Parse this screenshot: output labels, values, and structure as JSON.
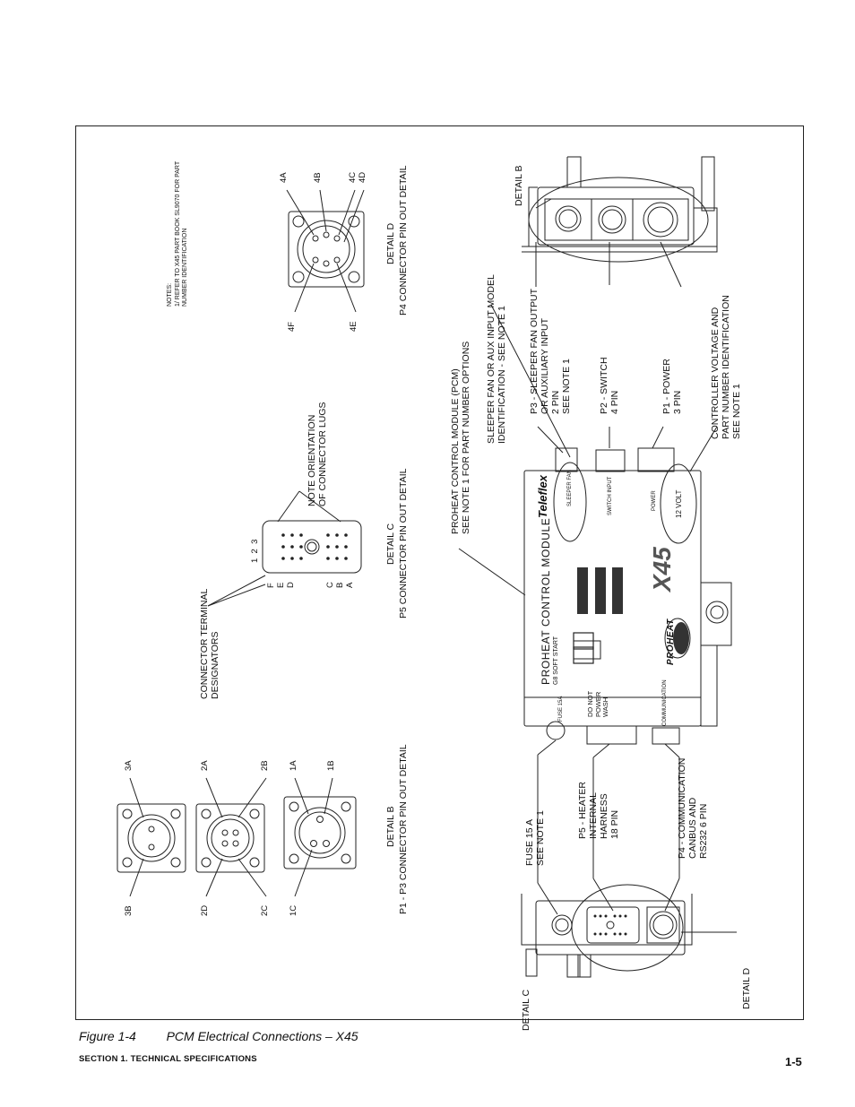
{
  "figure": {
    "label": "Figure 1-4",
    "title": "PCM Electrical Connections – X45"
  },
  "footer": {
    "section": "SECTION 1. TECHNICAL SPECIFICATIONS",
    "page": "1-5"
  },
  "notes": {
    "heading": "NOTES:",
    "line1": "1/ REFER TO X45 PART BOOK SL9070 FOR PART",
    "line2": "NUMBER IDENTIFICATION"
  },
  "details": {
    "b_title": "DETAIL B",
    "b_sub": "P1 - P3 CONNECTOR PIN OUT DETAIL",
    "c_title": "DETAIL C",
    "c_sub": "P5 CONNECTOR PIN OUT DETAIL",
    "d_title": "DETAIL D",
    "d_sub": "P4 CONNECTOR PIN OUT DETAIL"
  },
  "pins": {
    "p3": [
      "3A",
      "3B"
    ],
    "p2": [
      "2A",
      "2B",
      "2C",
      "2D"
    ],
    "p1": [
      "1A",
      "1B",
      "1C"
    ],
    "p4": [
      "4A",
      "4B",
      "4C",
      "4D",
      "4E",
      "4F"
    ],
    "p5_rows": [
      "F",
      "E",
      "D",
      "C",
      "B",
      "A"
    ],
    "p5_cols": "1  2  3"
  },
  "callouts": {
    "terminal_designators": "CONNECTOR TERMINAL\nDESIGNATORS",
    "lug_orientation": "NOTE ORIENTATION\nOF CONNECTOR LUGS",
    "pcm": "PROHEAT CONTROL MODULE (PCM)\nSEE NOTE 1 FOR PART NUMBER OPTIONS",
    "sleeper_model": "SLEEPER FAN OR AUX INPUT MODEL\nIDENTIFICATION - SEE NOTE 1",
    "p3": "P3 - SLEEPER FAN OUTPUT\nOR AUXILIARY INPUT\n2 PIN\nSEE NOTE 1",
    "p2": "P2 - SWITCH\n4 PIN",
    "p1": "P1 - POWER\n3 PIN",
    "voltage": "CONTROLLER VOLTAGE AND\nPART NUMBER IDENTIFICATION\nSEE NOTE 1",
    "detail_b": "DETAIL B",
    "fuse": "FUSE 15 A\nSEE NOTE 1",
    "p5": "P5 - HEATER\nINTERNAL\nHARNESS\n18 PIN",
    "p4": "P4 - COMMUNICATION\nCANBUS AND\nRS232 6 PIN",
    "detail_c": "DETAIL C",
    "detail_d": "DETAIL D"
  },
  "module": {
    "title": "PROHEAT CONTROL MODULE",
    "subtitle": "G8 SOFT START",
    "brand": "Teleflex",
    "logo": "PROHEAT",
    "model": "X45",
    "voltage": "12 VOLT",
    "do_not_wash": "DO NOT\nPOWER\nWASH",
    "fuse_label": "FUSE 15A",
    "sleeper_label": "SLEEPER FAN",
    "switch_label": "SWITCH INPUT",
    "power_label": "POWER",
    "comm_label": "COMMUNICATION"
  }
}
